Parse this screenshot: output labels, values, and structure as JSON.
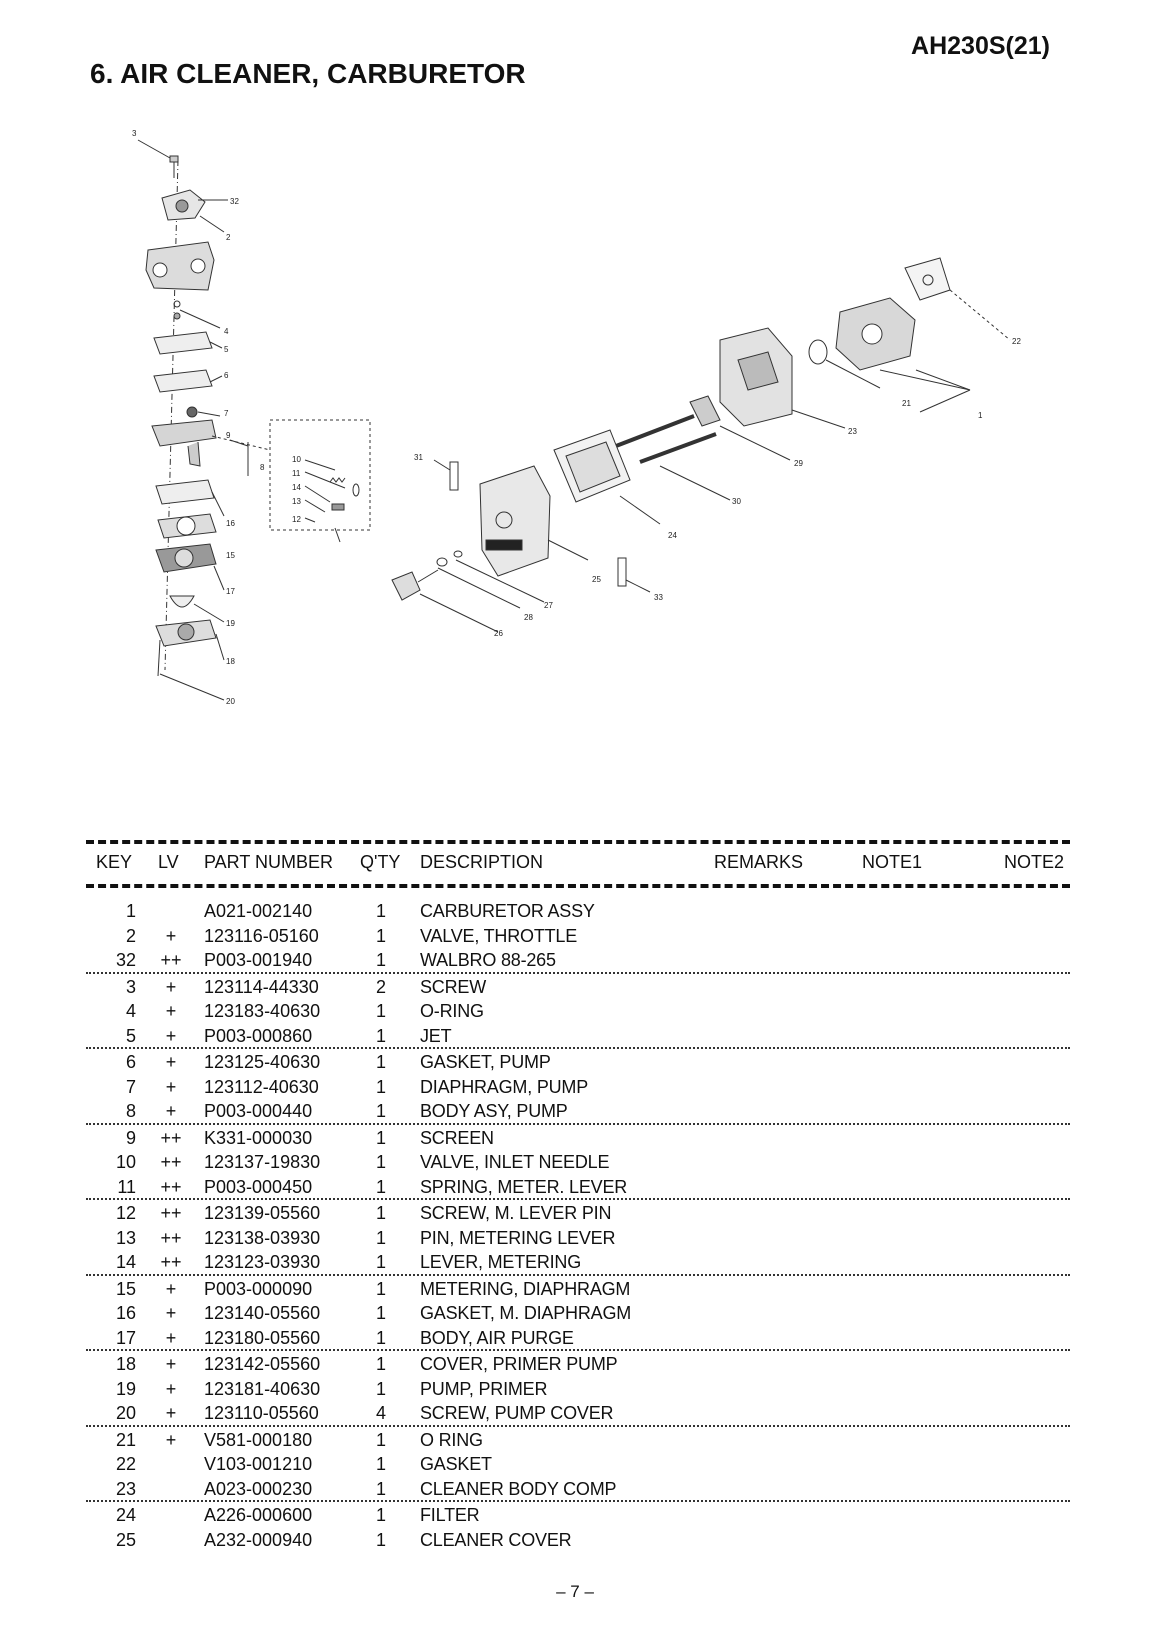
{
  "header": {
    "model": "AH230S(21)",
    "title": "6. AIR CLEANER, CARBURETOR"
  },
  "diagram_labels": [
    "3",
    "32",
    "2",
    "4",
    "5",
    "6",
    "7",
    "9",
    "8",
    "10",
    "11",
    "14",
    "13",
    "12",
    "16",
    "15",
    "17",
    "19",
    "18",
    "20",
    "22",
    "21",
    "1",
    "23",
    "29",
    "30",
    "24",
    "31",
    "25",
    "33",
    "27",
    "28",
    "26"
  ],
  "columns": {
    "key": "KEY",
    "lv": "LV",
    "part": "PART NUMBER",
    "qty": "Q'TY",
    "desc": "DESCRIPTION",
    "remarks": "REMARKS",
    "note1": "NOTE1",
    "note2": "NOTE2"
  },
  "groups": [
    [
      {
        "key": "1",
        "lv": "",
        "part": "A021-002140",
        "qty": "1",
        "desc": "CARBURETOR ASSY"
      },
      {
        "key": "2",
        "lv": "+",
        "part": "123116-05160",
        "qty": "1",
        "desc": "VALVE, THROTTLE"
      },
      {
        "key": "32",
        "lv": "++",
        "part": "P003-001940",
        "qty": "1",
        "desc": "WALBRO 88-265"
      }
    ],
    [
      {
        "key": "3",
        "lv": "+",
        "part": "123114-44330",
        "qty": "2",
        "desc": "SCREW"
      },
      {
        "key": "4",
        "lv": "+",
        "part": "123183-40630",
        "qty": "1",
        "desc": "O-RING"
      },
      {
        "key": "5",
        "lv": "+",
        "part": "P003-000860",
        "qty": "1",
        "desc": "JET"
      }
    ],
    [
      {
        "key": "6",
        "lv": "+",
        "part": "123125-40630",
        "qty": "1",
        "desc": "GASKET, PUMP"
      },
      {
        "key": "7",
        "lv": "+",
        "part": "123112-40630",
        "qty": "1",
        "desc": "DIAPHRAGM, PUMP"
      },
      {
        "key": "8",
        "lv": "+",
        "part": "P003-000440",
        "qty": "1",
        "desc": "BODY ASY, PUMP"
      }
    ],
    [
      {
        "key": "9",
        "lv": "++",
        "part": "K331-000030",
        "qty": "1",
        "desc": "SCREEN"
      },
      {
        "key": "10",
        "lv": "++",
        "part": "123137-19830",
        "qty": "1",
        "desc": "VALVE, INLET NEEDLE"
      },
      {
        "key": "11",
        "lv": "++",
        "part": "P003-000450",
        "qty": "1",
        "desc": "SPRING, METER. LEVER"
      }
    ],
    [
      {
        "key": "12",
        "lv": "++",
        "part": "123139-05560",
        "qty": "1",
        "desc": "SCREW, M. LEVER PIN"
      },
      {
        "key": "13",
        "lv": "++",
        "part": "123138-03930",
        "qty": "1",
        "desc": "PIN, METERING LEVER"
      },
      {
        "key": "14",
        "lv": "++",
        "part": "123123-03930",
        "qty": "1",
        "desc": "LEVER, METERING"
      }
    ],
    [
      {
        "key": "15",
        "lv": "+",
        "part": "P003-000090",
        "qty": "1",
        "desc": "METERING, DIAPHRAGM"
      },
      {
        "key": "16",
        "lv": "+",
        "part": "123140-05560",
        "qty": "1",
        "desc": "GASKET, M. DIAPHRAGM"
      },
      {
        "key": "17",
        "lv": "+",
        "part": "123180-05560",
        "qty": "1",
        "desc": "BODY, AIR PURGE"
      }
    ],
    [
      {
        "key": "18",
        "lv": "+",
        "part": "123142-05560",
        "qty": "1",
        "desc": "COVER, PRIMER PUMP"
      },
      {
        "key": "19",
        "lv": "+",
        "part": "123181-40630",
        "qty": "1",
        "desc": "PUMP, PRIMER"
      },
      {
        "key": "20",
        "lv": "+",
        "part": "123110-05560",
        "qty": "4",
        "desc": "SCREW, PUMP COVER"
      }
    ],
    [
      {
        "key": "21",
        "lv": "+",
        "part": "V581-000180",
        "qty": "1",
        "desc": "O RING"
      },
      {
        "key": "22",
        "lv": "",
        "part": "V103-001210",
        "qty": "1",
        "desc": "GASKET"
      },
      {
        "key": "23",
        "lv": "",
        "part": "A023-000230",
        "qty": "1",
        "desc": "CLEANER BODY COMP"
      }
    ],
    [
      {
        "key": "24",
        "lv": "",
        "part": "A226-000600",
        "qty": "1",
        "desc": "FILTER"
      },
      {
        "key": "25",
        "lv": "",
        "part": "A232-000940",
        "qty": "1",
        "desc": "CLEANER COVER"
      }
    ]
  ],
  "page_number": "– 7 –"
}
